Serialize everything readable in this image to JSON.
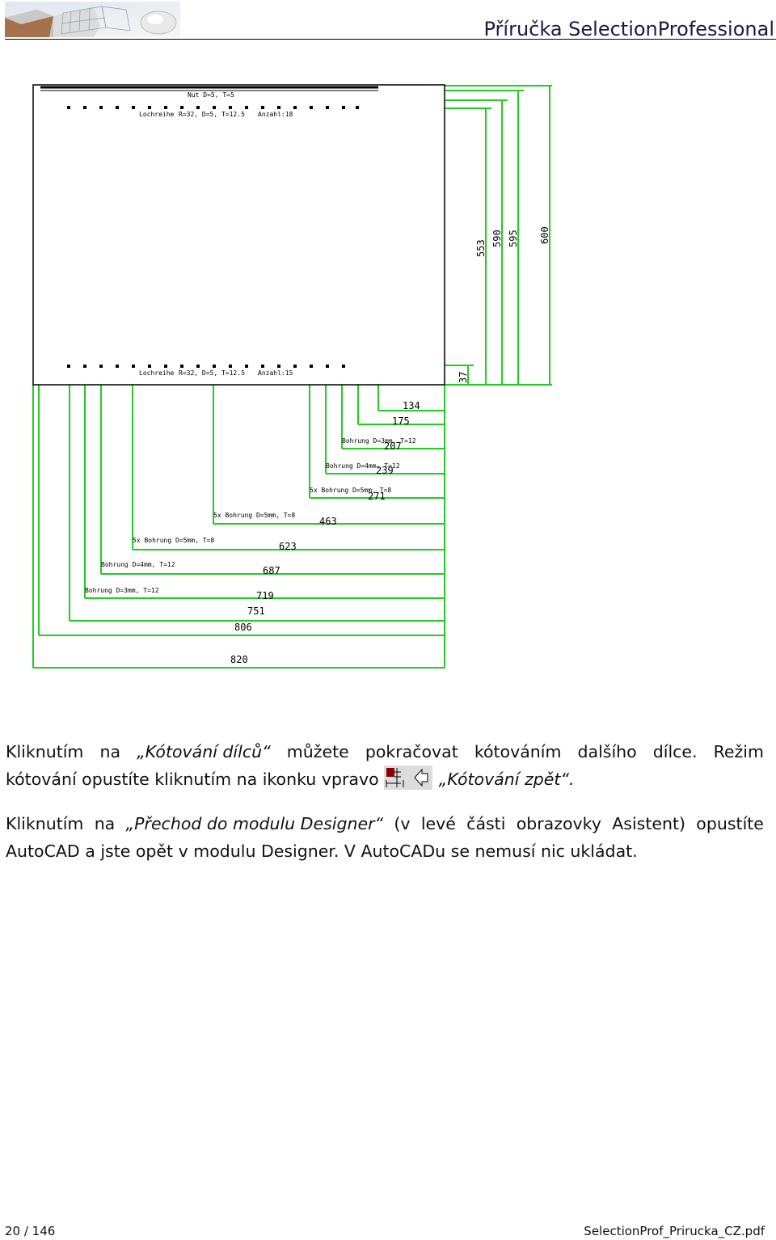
{
  "header": {
    "title": "Příručka SelectionProfessional"
  },
  "drawing": {
    "top_label_nut": "Nut D=5, T=5",
    "row1_labels": [
      "Lochreihe",
      "R=32, D=5, T=12.5",
      "Anzahl:18"
    ],
    "row2_labels": [
      "Lochreihe",
      "R=32, D=5, T=12.5",
      "Anzahl:15"
    ],
    "vertical_dims": [
      "553",
      "590",
      "595",
      "600"
    ],
    "small_dim": "37",
    "horizontal_dims": [
      "134",
      "175",
      "207",
      "239",
      "271",
      "463",
      "623",
      "687",
      "719",
      "751",
      "806",
      "820"
    ],
    "drill_labels": [
      "Bohrung D=3mm, T=12",
      "Bohrung D=4mm, T=12",
      "5x Bohrung D=5mm, T=8",
      "5x Bohrung D=5mm, T=8",
      "5x Bohrung D=5mm, T=8",
      "Bohrung D=4mm, T=12",
      "Bohrung D=3mm, T=12"
    ],
    "colors": {
      "dimension": "#22cc22",
      "outline": "#000000"
    }
  },
  "body": {
    "p1_line1_words": [
      "Kliknutím",
      "na",
      "„Kótování dílců“",
      "můžete",
      "pokračovat",
      "kótováním",
      "dalšího",
      "dílce.",
      "Režim"
    ],
    "p1_line2_start": "kótování opustíte kliknutím na ikonku vpravo",
    "p1_line2_italic": "„Kótování zpět“.",
    "p2_line1_words": [
      "Kliknutím",
      "na",
      "„Přechod do modulu Designer“",
      "(v",
      "levé",
      "části",
      "obrazovky",
      "Asistent)",
      "opustíte"
    ],
    "p2_line2": "AutoCAD a jste opět v modulu Designer. V AutoCADu se nemusí nic ukládat."
  },
  "footer": {
    "page": "20 / 146",
    "file": "SelectionProf_Prirucka_CZ.pdf"
  },
  "icons": [
    "header-logo-image",
    "dimension-tool-icon",
    "back-arrow-icon"
  ]
}
